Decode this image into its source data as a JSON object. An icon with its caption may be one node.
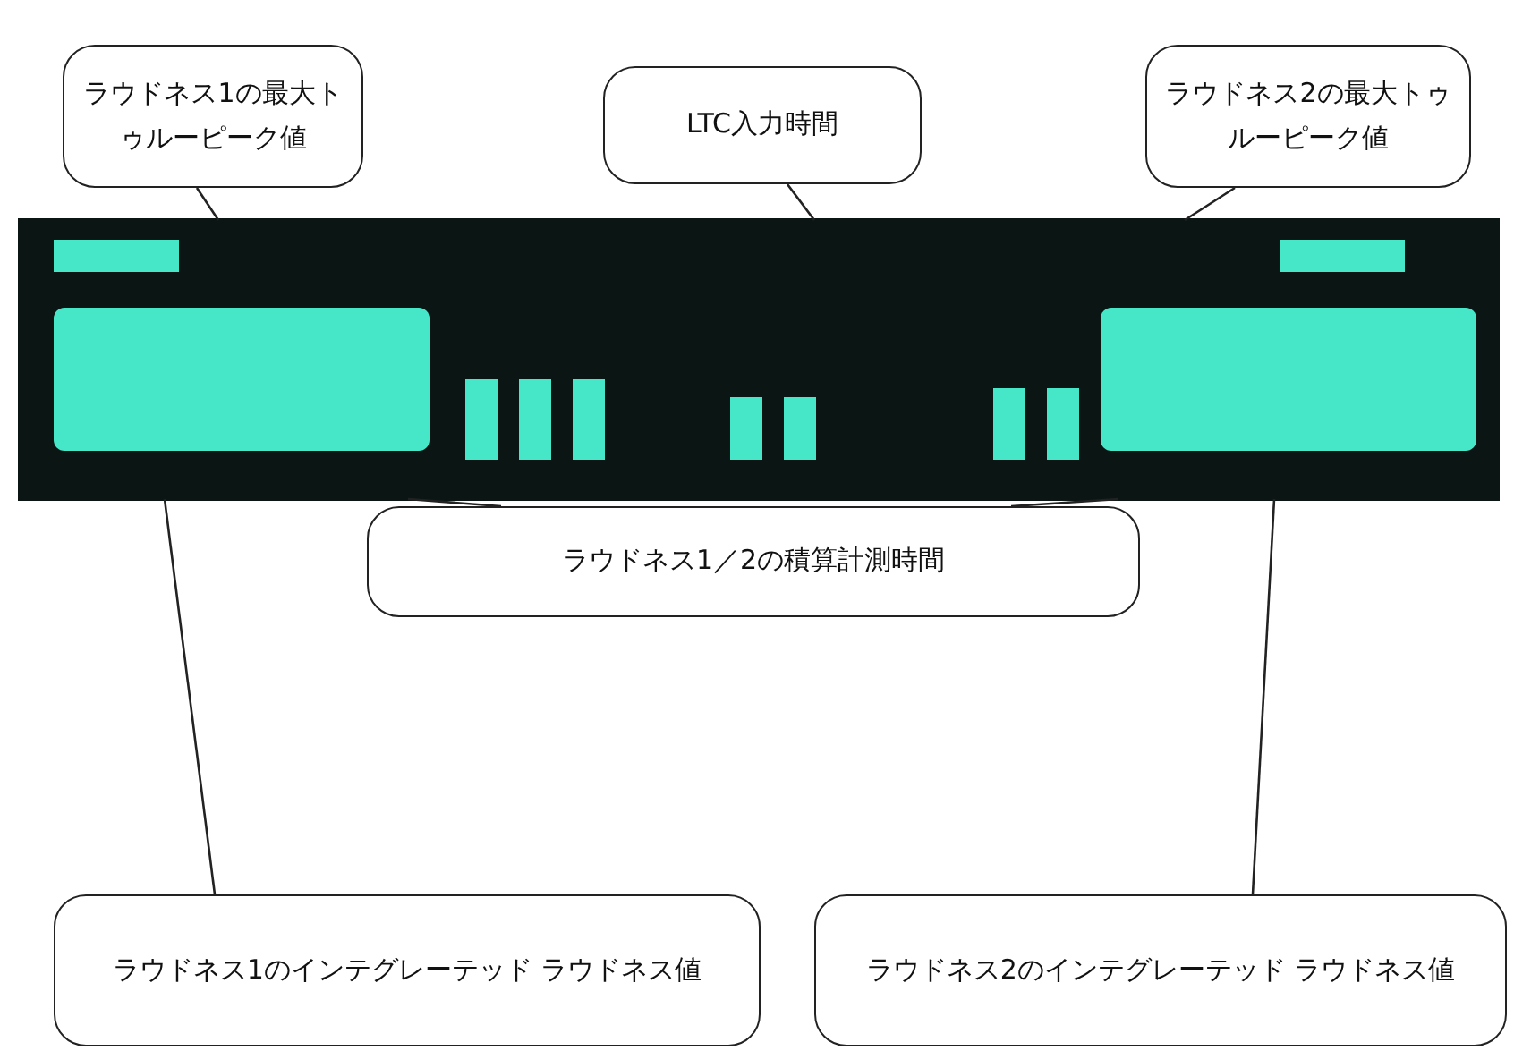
{
  "diagram": {
    "nodes": [
      {
        "text": [
          "ラウドネス1の最大トゥルーピーク値"
        ]
      },
      {
        "text": [
          "LTC入力時間"
        ]
      },
      {
        "text": [
          "ラウドネス2の最大トゥルーピーク値"
        ]
      },
      {
        "text": [],
        "shape": "picture"
      },
      {
        "text": [
          "ラウドネス1／2の積算計測時間"
        ]
      },
      {
        "text": [
          "ラウドネス1のインテグレーテッド ラウドネス値"
        ]
      },
      {
        "text": [
          "ラウドネス2のインテグレーテッド ラウドネス値"
        ]
      }
    ],
    "edges": [
      {
        "from": 0,
        "to": 3,
        "arrow": "none"
      },
      {
        "from": 1,
        "to": 3,
        "arrow": "none"
      },
      {
        "from": 2,
        "to": 3,
        "arrow": "none"
      },
      {
        "from": 4,
        "to": 3,
        "arrow": "none"
      },
      {
        "from": 4,
        "to": 3,
        "arrow": "none"
      },
      {
        "from": 5,
        "to": 3,
        "arrow": "none"
      },
      {
        "from": 6,
        "to": 3,
        "arrow": "none"
      }
    ]
  }
}
